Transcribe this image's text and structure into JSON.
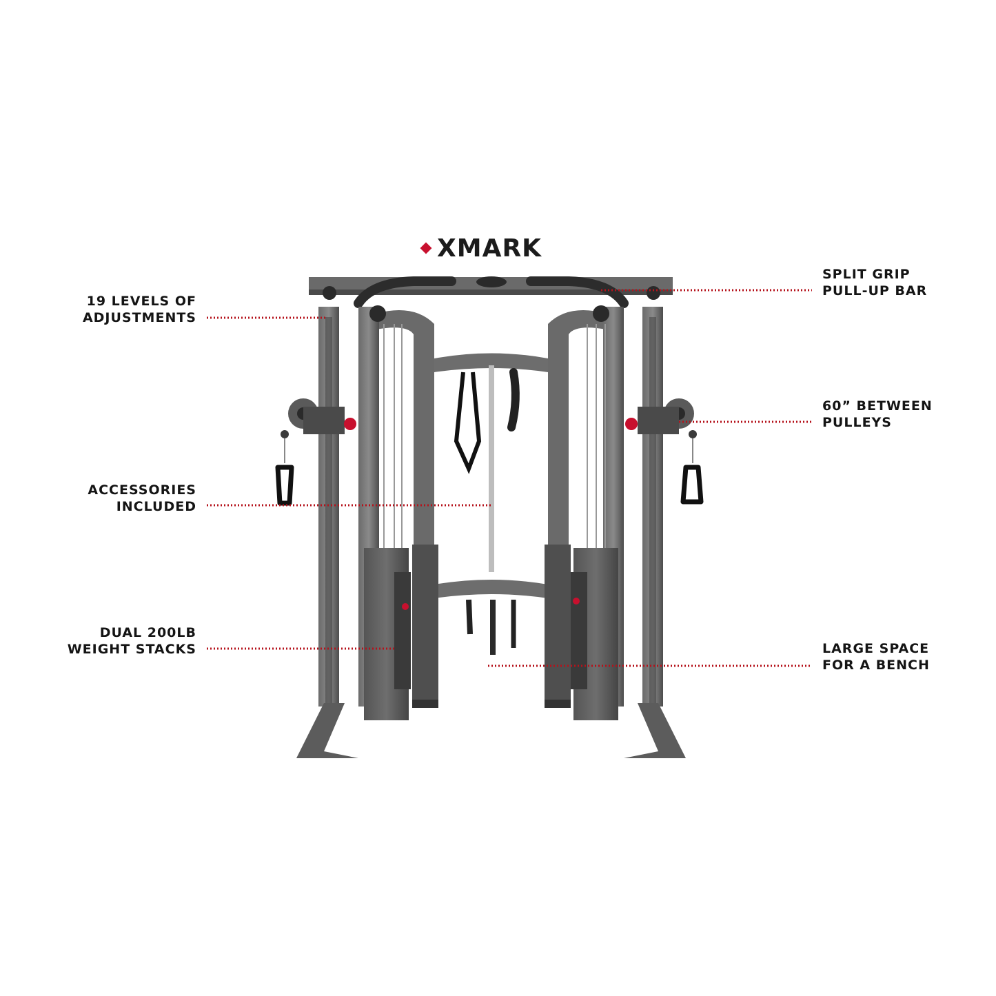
{
  "brand": {
    "name": "XMARK",
    "accent": "#c8102e"
  },
  "callouts": {
    "adjustments": {
      "line1": "19 LEVELS OF",
      "line2": "ADJUSTMENTS"
    },
    "accessories": {
      "line1": "ACCESSORIES",
      "line2": "INCLUDED"
    },
    "weight_stacks": {
      "line1": "DUAL 200LB",
      "line2": "WEIGHT STACKS"
    },
    "pullup_bar": {
      "line1": "SPLIT GRIP",
      "line2": "PULL-UP BAR"
    },
    "pulleys": {
      "line1": "60” BETWEEN",
      "line2": "PULLEYS"
    },
    "bench_space": {
      "line1": "LARGE SPACE",
      "line2": "FOR A BENCH"
    }
  },
  "colors": {
    "frame": "#5a5a5a",
    "frame_dark": "#3a3a3a",
    "callout_line": "#b5121b"
  }
}
